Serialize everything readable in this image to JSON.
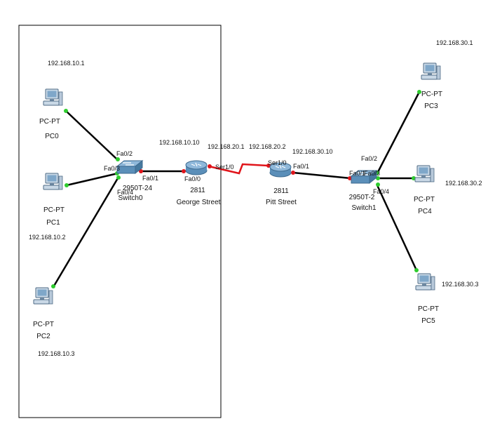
{
  "colors": {
    "link": "#000000",
    "serial_link": "#e0141a",
    "port_up": "#2ecc2e",
    "port_down": "#e0141a",
    "device_blue": "#5b8fb9",
    "area_border": "#000000"
  },
  "devices": {
    "pc0": {
      "type": "PC-PT",
      "name": "PC0",
      "ip": "192.168.10.1"
    },
    "pc1": {
      "type": "PC-PT",
      "name": "PC1",
      "ip": "192.168.10.2"
    },
    "pc2": {
      "type": "PC-PT",
      "name": "PC2",
      "ip": "192.168.10.3"
    },
    "switch0": {
      "model": "2950T-24",
      "name": "Switch0"
    },
    "router_george": {
      "model": "2811",
      "name": "George Street",
      "lan_ip": "192.168.10.10",
      "wan_ip": "192.168.20.1"
    },
    "router_pitt": {
      "model": "2811",
      "name": "Pitt Street",
      "wan_ip": "192.168.20.2",
      "lan_ip": "192.168.30.10"
    },
    "switch1": {
      "model": "2950T-2",
      "name": "Switch1"
    },
    "pc3": {
      "type": "PC-PT",
      "name": "PC3",
      "ip": "192.168.30.1"
    },
    "pc4": {
      "type": "PC-PT",
      "name": "PC4",
      "ip": "192.168.30.2"
    },
    "pc5": {
      "type": "PC-PT",
      "name": "PC5",
      "ip": "192.168.30.3"
    }
  },
  "ports": {
    "sw0_fa02": "Fa0/2",
    "sw0_fa03": "Fa0/3",
    "sw0_fa04": "Fa0/4",
    "sw0_fa01": "Fa0/1",
    "george_fa00": "Fa0/0",
    "george_ser10": "Ser1/0",
    "pitt_ser10": "Ser1/0",
    "pitt_fa01": "Fa0/1",
    "sw1_fa01": "Fa0/1",
    "sw1_fa02": "Fa0/2",
    "sw1_fa03": "Fa0/3",
    "sw1_fa04": "Fa0/4"
  }
}
